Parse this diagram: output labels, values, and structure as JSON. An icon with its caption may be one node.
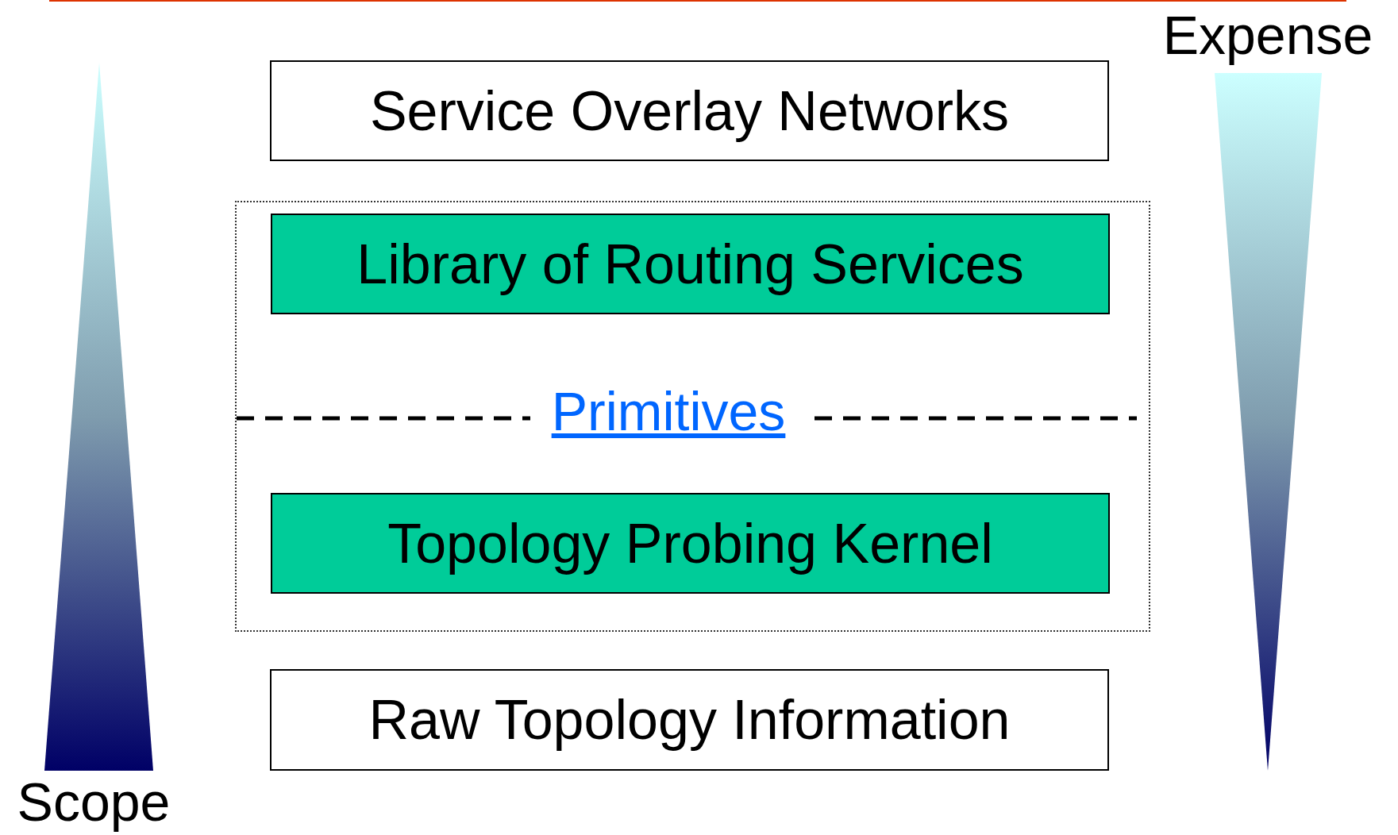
{
  "diagram": {
    "nodes": [
      {
        "text": [
          "Service Overlay Networks"
        ]
      },
      {
        "text": [],
        "shape": "box"
      },
      {
        "text": [
          "Library of Routing Services"
        ],
        "in": 1
      },
      {
        "text": [
          "Topology Probing Kernel"
        ],
        "in": 1
      },
      {
        "text": [
          "Raw Topology Information"
        ]
      },
      {
        "text": [],
        "shape": "triangle"
      },
      {
        "text": [],
        "shape": "triangle"
      }
    ],
    "edges": [],
    "labels": [
      "Expense",
      "Primitives",
      "Scope"
    ]
  }
}
